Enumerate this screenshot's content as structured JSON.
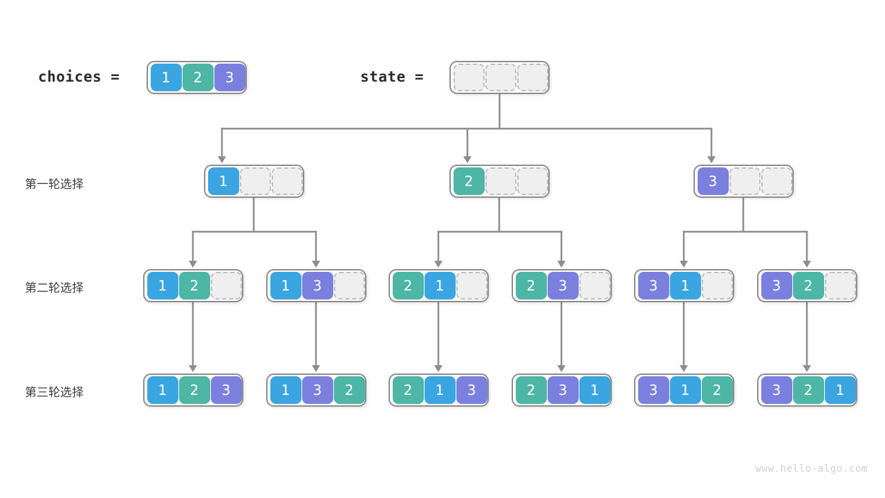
{
  "diagram": {
    "title": "permutation-backtracking-tree",
    "watermark": "www.hello-algo.com",
    "colors": {
      "value_1": "#3aa5e0",
      "value_2": "#4db6a4",
      "value_3": "#7b80df",
      "empty_cell_fill": "#efefef",
      "empty_cell_border": "#bfbfbf",
      "box_border": "#8d8d8d",
      "wire": "#8d8d8d",
      "text": "#2b2b2b",
      "watermark": "#cfcfcf",
      "background": "#ffffff"
    }
  },
  "header": {
    "choices_label": "choices =",
    "choices_values": [
      1,
      2,
      3
    ],
    "state_label": "state =",
    "state_values": [
      null,
      null,
      null
    ],
    "state_size": 3
  },
  "rows": [
    {
      "label": "第一轮选择",
      "nodes": [
        {
          "values": [
            1,
            null,
            null
          ]
        },
        {
          "values": [
            2,
            null,
            null
          ]
        },
        {
          "values": [
            3,
            null,
            null
          ]
        }
      ]
    },
    {
      "label": "第二轮选择",
      "nodes": [
        {
          "values": [
            1,
            2,
            null
          ]
        },
        {
          "values": [
            1,
            3,
            null
          ]
        },
        {
          "values": [
            2,
            1,
            null
          ]
        },
        {
          "values": [
            2,
            3,
            null
          ]
        },
        {
          "values": [
            3,
            1,
            null
          ]
        },
        {
          "values": [
            3,
            2,
            null
          ]
        }
      ]
    },
    {
      "label": "第三轮选择",
      "nodes": [
        {
          "values": [
            1,
            2,
            3
          ]
        },
        {
          "values": [
            1,
            3,
            2
          ]
        },
        {
          "values": [
            2,
            1,
            3
          ]
        },
        {
          "values": [
            2,
            3,
            1
          ]
        },
        {
          "values": [
            3,
            1,
            2
          ]
        },
        {
          "values": [
            3,
            2,
            1
          ]
        }
      ]
    }
  ]
}
